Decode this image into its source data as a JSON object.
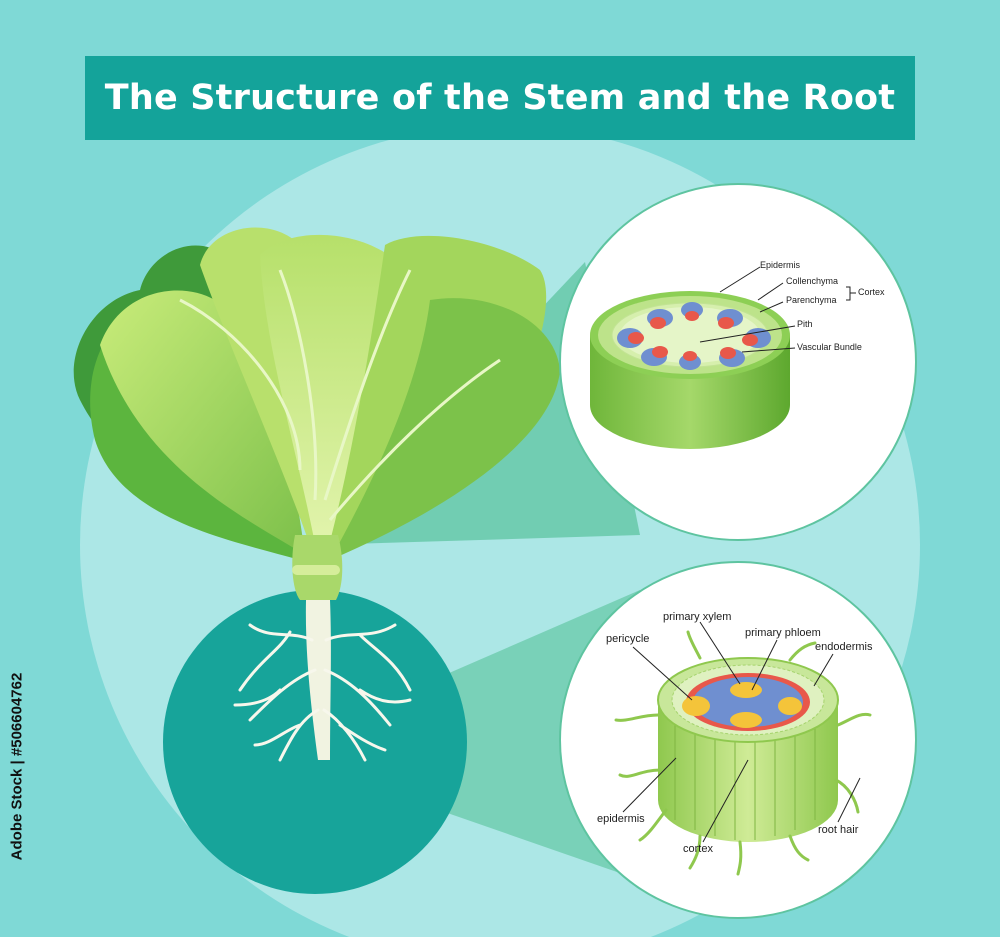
{
  "title": "The Structure of the Stem and the Root",
  "stem_labels": {
    "epidermis": "Epidermis",
    "collenchyma": "Collenchyma",
    "parenchyma": "Parenchyma",
    "cortex": "Cortex",
    "pith": "Pith",
    "vascular_bundle": "Vascular Bundle"
  },
  "root_labels": {
    "primary_xylem": "primary xylem",
    "pericycle": "pericycle",
    "primary_phloem": "primary phloem",
    "endodermis": "endodermis",
    "epidermis": "epidermis",
    "root_hair": "root hair",
    "cortex": "cortex"
  },
  "stock_id": "Adobe Stock | #506604762",
  "colors": {
    "background": "#7fd9d6",
    "banner": "#14a39a",
    "root_circle": "#17a49a",
    "stem_green": "#8dcf55",
    "xylem_red": "#e8584a",
    "phloem_blue": "#6f8fd0",
    "xylem_yellow": "#f4c43a"
  }
}
